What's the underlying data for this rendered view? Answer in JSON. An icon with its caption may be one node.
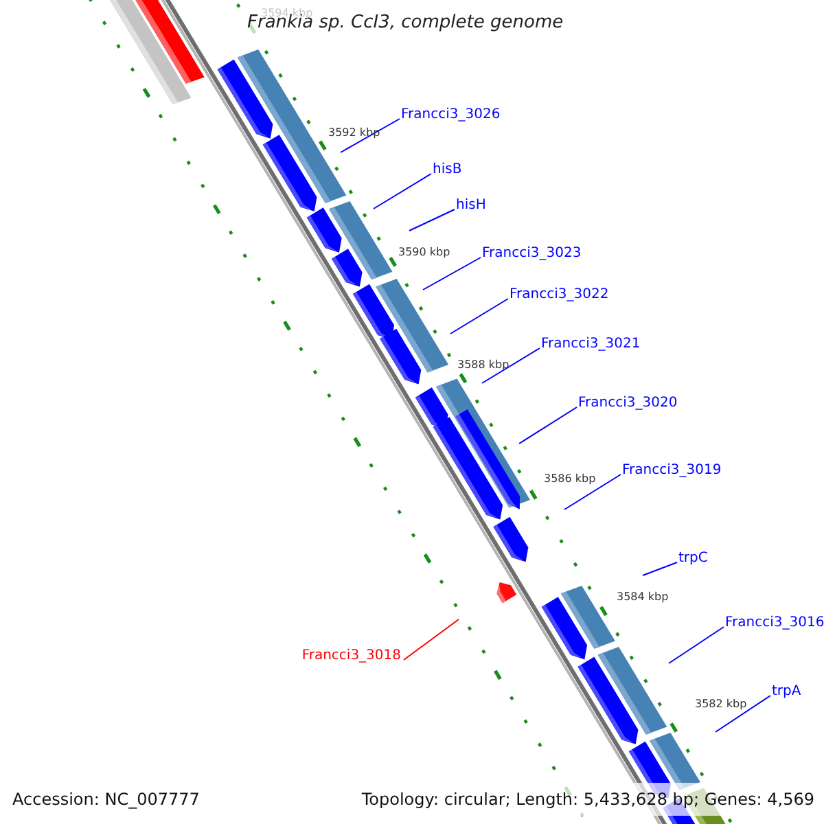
{
  "diagram": {
    "title": "Frankia sp. CcI3, complete genome",
    "nodes": [
      {
        "text": [
          "Francci3_3026"
        ]
      },
      {
        "text": [
          "hisB"
        ]
      },
      {
        "text": [
          "hisH"
        ]
      },
      {
        "text": [
          "Francci3_3023"
        ]
      },
      {
        "text": [
          "Francci3_3022"
        ]
      },
      {
        "text": [
          "Francci3_3021"
        ]
      },
      {
        "text": [
          "Francci3_3020"
        ]
      },
      {
        "text": [
          "Francci3_3019"
        ]
      },
      {
        "text": [
          "trpC"
        ]
      },
      {
        "text": [
          "Francci3_3016"
        ]
      },
      {
        "text": [
          "Francci3_3018"
        ]
      },
      {
        "text": [
          "trpA"
        ]
      }
    ],
    "edges": [
      {
        "from": 0,
        "to": null,
        "arrow": "none"
      },
      {
        "from": 1,
        "to": null,
        "arrow": "none"
      },
      {
        "from": 2,
        "to": null,
        "arrow": "none"
      },
      {
        "from": 3,
        "to": null,
        "arrow": "none"
      },
      {
        "from": 4,
        "to": null,
        "arrow": "none"
      },
      {
        "from": 5,
        "to": null,
        "arrow": "none"
      },
      {
        "from": 6,
        "to": null,
        "arrow": "none"
      },
      {
        "from": 7,
        "to": null,
        "arrow": "none"
      },
      {
        "from": 8,
        "to": null,
        "arrow": "none"
      },
      {
        "from": 9,
        "to": null,
        "arrow": "none"
      },
      {
        "from": 10,
        "to": null,
        "arrow": "none",
        "color": "#ff0000"
      },
      {
        "from": 11,
        "to": null,
        "arrow": "none"
      }
    ],
    "labels": [
      "3594 kbp",
      "3592 kbp",
      "3590 kbp",
      "3588 kbp",
      "3586 kbp",
      "3584 kbp",
      "3582 kbp",
      "Accession: NC_007777",
      "Topology: circular; Length: 5,433,628 bp; Genes: 4,569"
    ]
  }
}
